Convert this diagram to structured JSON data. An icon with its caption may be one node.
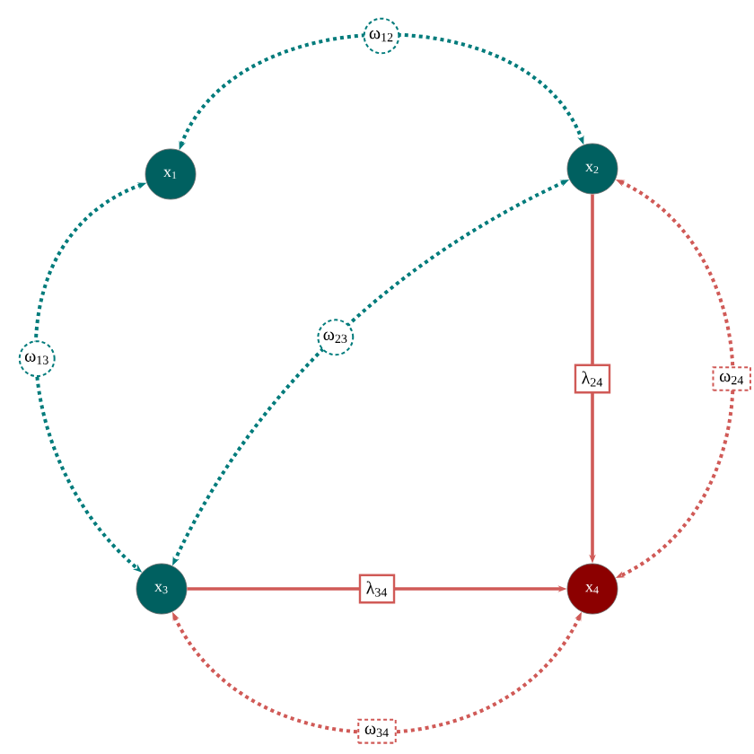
{
  "diagram": {
    "nodes": [
      {
        "text": [
          "x$_{1}$"
        ]
      },
      {
        "text": [
          "x$_{2}$"
        ]
      },
      {
        "text": [
          "x$_{3}$"
        ]
      },
      {
        "text": [
          "x$_{4}$"
        ]
      }
    ],
    "edges": [
      {
        "from": 0,
        "to": 1,
        "arrow": "both",
        "label": "ω$_{12}$",
        "color": "#007b7b",
        "style": "dashed"
      },
      {
        "from": 0,
        "to": 2,
        "arrow": "both",
        "label": "ω$_{13}$",
        "color": "#007b7b",
        "style": "dashed"
      },
      {
        "from": 1,
        "to": 2,
        "arrow": "both",
        "label": "ω$_{23}$",
        "color": "#007b7b",
        "style": "dashed"
      },
      {
        "from": 1,
        "to": 3,
        "arrow": "to",
        "label": "λ$_{24}$"
      },
      {
        "from": 1,
        "to": 3,
        "arrow": "both",
        "label": "ω$_{24}$",
        "style": "dashed"
      },
      {
        "from": 2,
        "to": 3,
        "arrow": "to",
        "label": "λ$_{34}$"
      },
      {
        "from": 2,
        "to": 3,
        "arrow": "both",
        "label": "ω$_{34}$",
        "style": "dashed"
      }
    ]
  }
}
